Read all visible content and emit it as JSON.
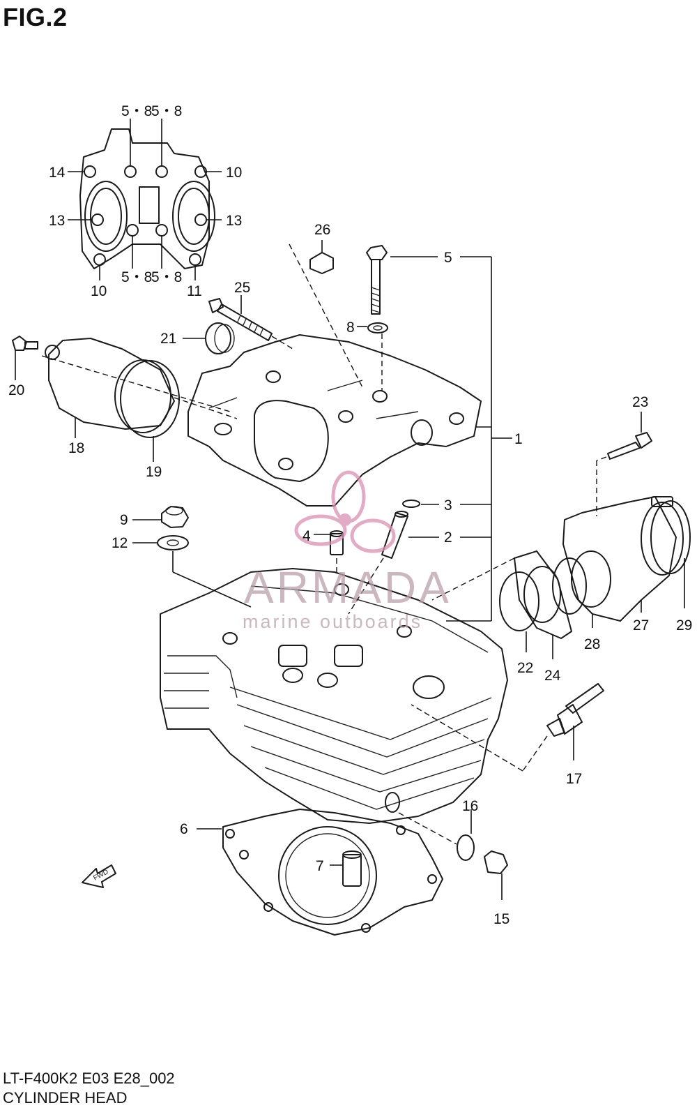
{
  "figure": {
    "title": "FIG.2",
    "code": "LT-F400K2 E03 E28_002",
    "caption": "CYLINDER HEAD"
  },
  "watermark": {
    "brand": "ARMADA",
    "tagline": "marine outboards",
    "color": "#d98fb3"
  },
  "callouts": {
    "c1": "1",
    "c2": "2",
    "c3": "3",
    "c4": "4",
    "c5": "5",
    "c6": "6",
    "c7": "7",
    "c8": "8",
    "c9": "9",
    "c10a": "10",
    "c10b": "10",
    "c11": "11",
    "c12": "12",
    "c13a": "13",
    "c13b": "13",
    "c14": "14",
    "c15": "15",
    "c16": "16",
    "c17": "17",
    "c18": "18",
    "c19": "19",
    "c20": "20",
    "c21": "21",
    "c22": "22",
    "c23": "23",
    "c24": "24",
    "c25": "25",
    "c26": "26",
    "c27": "27",
    "c28": "28",
    "c29": "29",
    "torque_top_left": "5・8",
    "torque_top_right": "5・8",
    "torque_bottom_left": "5・8",
    "torque_bottom_right": "5・8"
  }
}
